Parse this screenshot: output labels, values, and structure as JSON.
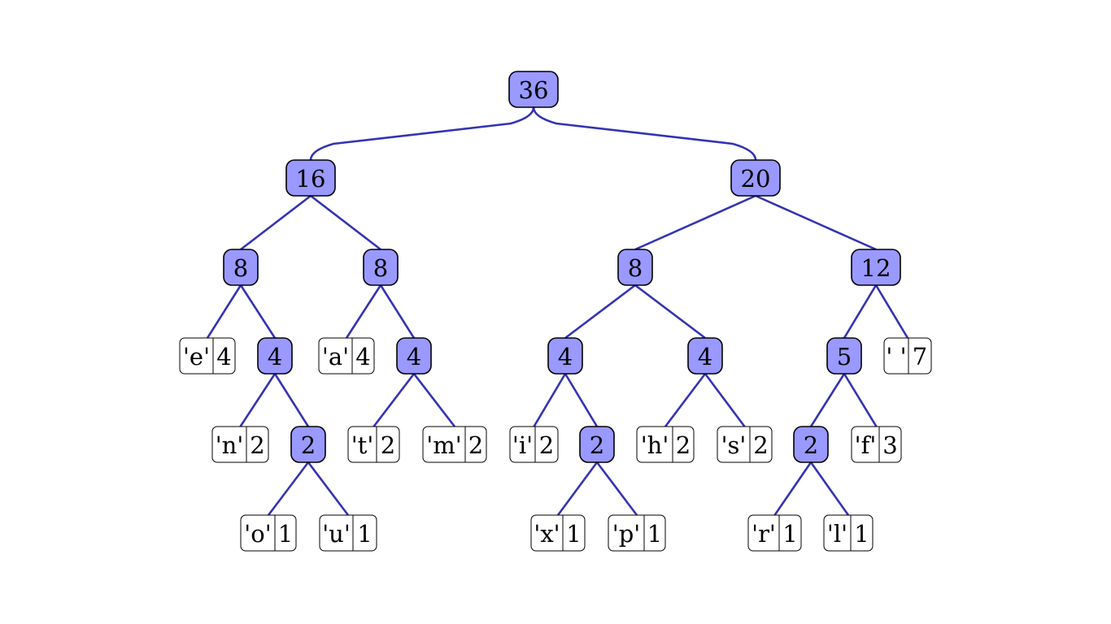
{
  "diagram": {
    "type": "huffman-tree",
    "colors": {
      "internal_fill": "#9999ff",
      "edge": "#3333b3"
    },
    "nodes": [
      {
        "id": "n36",
        "kind": "internal",
        "weight": "36"
      },
      {
        "id": "n16",
        "kind": "internal",
        "weight": "16",
        "parent": "n36"
      },
      {
        "id": "n20",
        "kind": "internal",
        "weight": "20",
        "parent": "n36"
      },
      {
        "id": "n8a",
        "kind": "internal",
        "weight": "8",
        "parent": "n16"
      },
      {
        "id": "n8b",
        "kind": "internal",
        "weight": "8",
        "parent": "n16"
      },
      {
        "id": "n8c",
        "kind": "internal",
        "weight": "8",
        "parent": "n20"
      },
      {
        "id": "n12",
        "kind": "internal",
        "weight": "12",
        "parent": "n20"
      },
      {
        "id": "le",
        "kind": "leaf",
        "symbol": "'e'",
        "count": "4",
        "parent": "n8a"
      },
      {
        "id": "n4a",
        "kind": "internal",
        "weight": "4",
        "parent": "n8a"
      },
      {
        "id": "la",
        "kind": "leaf",
        "symbol": "'a'",
        "count": "4",
        "parent": "n8b"
      },
      {
        "id": "n4b",
        "kind": "internal",
        "weight": "4",
        "parent": "n8b"
      },
      {
        "id": "n4c",
        "kind": "internal",
        "weight": "4",
        "parent": "n8c"
      },
      {
        "id": "n4d",
        "kind": "internal",
        "weight": "4",
        "parent": "n8c"
      },
      {
        "id": "n5",
        "kind": "internal",
        "weight": "5",
        "parent": "n12"
      },
      {
        "id": "lsp",
        "kind": "leaf",
        "symbol": "' '",
        "count": "7",
        "parent": "n12"
      },
      {
        "id": "ln",
        "kind": "leaf",
        "symbol": "'n'",
        "count": "2",
        "parent": "n4a"
      },
      {
        "id": "n2a",
        "kind": "internal",
        "weight": "2",
        "parent": "n4a"
      },
      {
        "id": "lt",
        "kind": "leaf",
        "symbol": "'t'",
        "count": "2",
        "parent": "n4b"
      },
      {
        "id": "lm",
        "kind": "leaf",
        "symbol": "'m'",
        "count": "2",
        "parent": "n4b"
      },
      {
        "id": "li",
        "kind": "leaf",
        "symbol": "'i'",
        "count": "2",
        "parent": "n4c"
      },
      {
        "id": "n2b",
        "kind": "internal",
        "weight": "2",
        "parent": "n4c"
      },
      {
        "id": "lh",
        "kind": "leaf",
        "symbol": "'h'",
        "count": "2",
        "parent": "n4d"
      },
      {
        "id": "ls",
        "kind": "leaf",
        "symbol": "'s'",
        "count": "2",
        "parent": "n4d"
      },
      {
        "id": "n2c",
        "kind": "internal",
        "weight": "2",
        "parent": "n5"
      },
      {
        "id": "lf",
        "kind": "leaf",
        "symbol": "'f'",
        "count": "3",
        "parent": "n5"
      },
      {
        "id": "lo",
        "kind": "leaf",
        "symbol": "'o'",
        "count": "1",
        "parent": "n2a"
      },
      {
        "id": "lu",
        "kind": "leaf",
        "symbol": "'u'",
        "count": "1",
        "parent": "n2a"
      },
      {
        "id": "lx",
        "kind": "leaf",
        "symbol": "'x'",
        "count": "1",
        "parent": "n2b"
      },
      {
        "id": "lp",
        "kind": "leaf",
        "symbol": "'p'",
        "count": "1",
        "parent": "n2b"
      },
      {
        "id": "lr",
        "kind": "leaf",
        "symbol": "'r'",
        "count": "1",
        "parent": "n2c"
      },
      {
        "id": "ll",
        "kind": "leaf",
        "symbol": "'l'",
        "count": "1",
        "parent": "n2c"
      }
    ]
  }
}
